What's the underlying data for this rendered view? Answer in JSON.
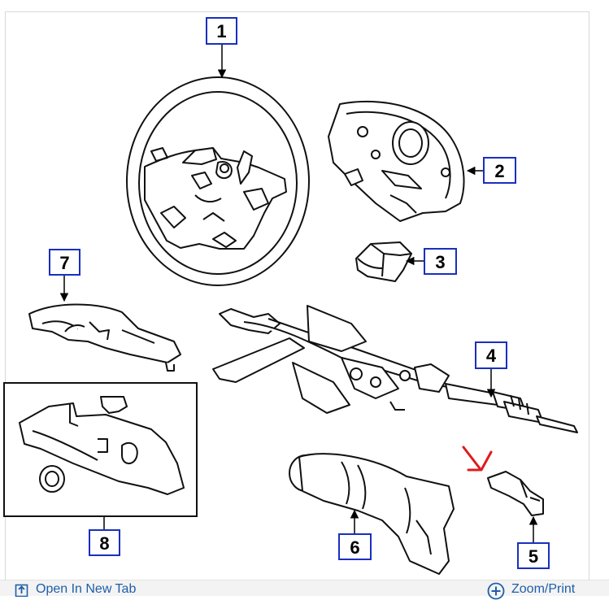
{
  "callouts": [
    {
      "id": "1",
      "label": "1"
    },
    {
      "id": "2",
      "label": "2"
    },
    {
      "id": "3",
      "label": "3"
    },
    {
      "id": "4",
      "label": "4"
    },
    {
      "id": "5",
      "label": "5"
    },
    {
      "id": "6",
      "label": "6"
    },
    {
      "id": "7",
      "label": "7"
    },
    {
      "id": "8",
      "label": "8"
    }
  ],
  "toolbar": {
    "open_label": "Open In New Tab",
    "zoom_label": "Zoom/Print"
  },
  "colors": {
    "callout_border": "#1a2fbf",
    "link": "#1f5ea8",
    "highlight_arrow": "#e01b1b",
    "line_art": "#111111"
  },
  "icons": {
    "open": "open-in-new-tab-icon",
    "zoom": "zoom-plus-icon",
    "highlight": "red-arrow-icon"
  }
}
